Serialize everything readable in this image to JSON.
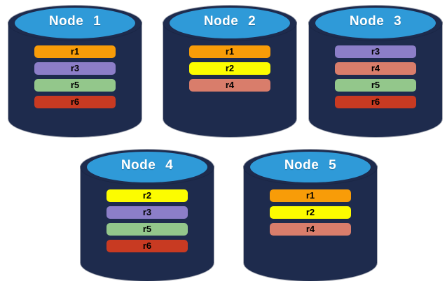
{
  "colors": {
    "background": "#FFFFFF",
    "cylinder_body": "#1E2B4D",
    "cylinder_top": "#2F9AD8",
    "title_text": "#FFFFFF",
    "bar_text": "#000000",
    "replicas": {
      "r1": "#F89C08",
      "r2": "#FCFC00",
      "r3": "#8C7EC8",
      "r4": "#D97D6B",
      "r5": "#93C78B",
      "r6": "#C83A22"
    }
  },
  "nodes": [
    {
      "name": "Node 1",
      "replicas": [
        "r1",
        "r3",
        "r5",
        "r6"
      ]
    },
    {
      "name": "Node 2",
      "replicas": [
        "r1",
        "r2",
        "r4"
      ]
    },
    {
      "name": "Node 3",
      "replicas": [
        "r3",
        "r4",
        "r5",
        "r6"
      ]
    },
    {
      "name": "Node 4",
      "replicas": [
        "r2",
        "r3",
        "r5",
        "r6"
      ]
    },
    {
      "name": "Node 5",
      "replicas": [
        "r1",
        "r2",
        "r4"
      ]
    }
  ]
}
